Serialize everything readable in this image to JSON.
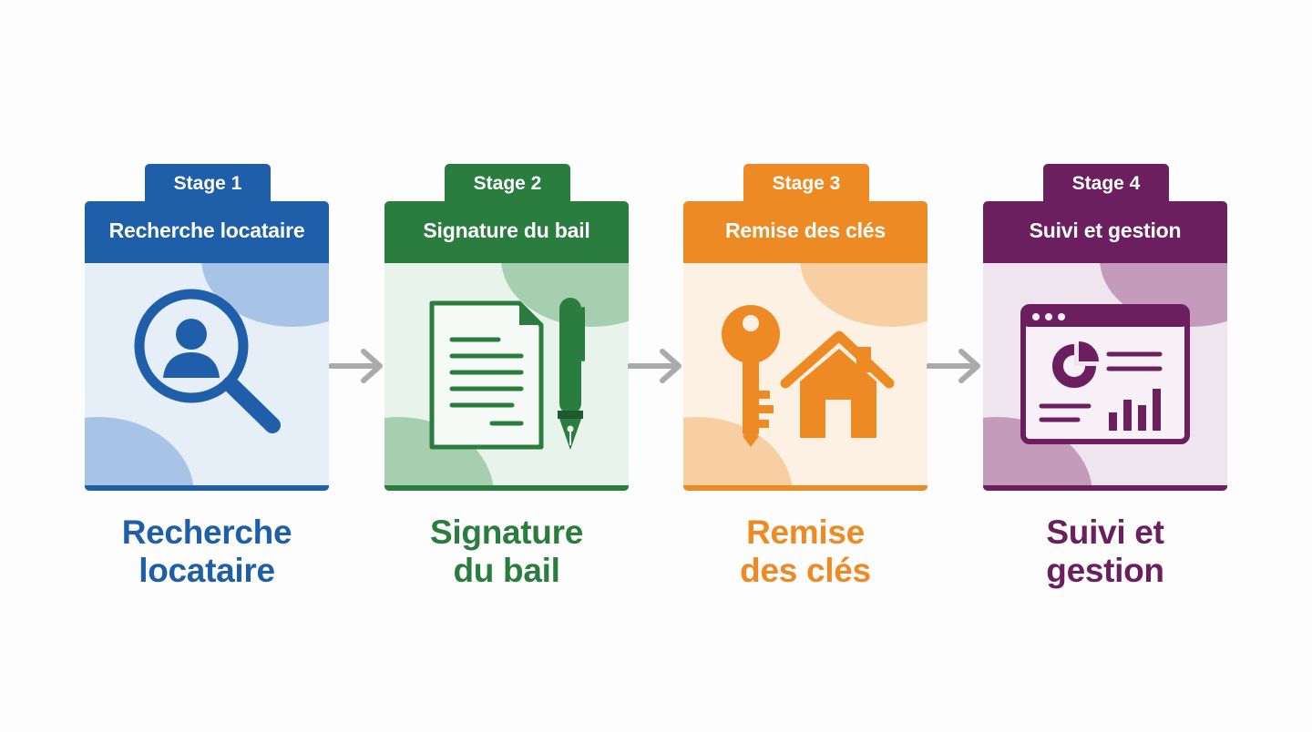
{
  "colors": {
    "stage1": "#1f5ea8",
    "stage2": "#2a7d3f",
    "stage3": "#ee8a24",
    "stage4": "#6b1f5e",
    "arrow": "#aaaaaa"
  },
  "stages": [
    {
      "tab": "Stage 1",
      "header": "Recherche locataire",
      "caption_line1": "Recherche",
      "caption_line2": "locataire",
      "icon": "magnifier-person-icon"
    },
    {
      "tab": "Stage 2",
      "header": "Signature du bail",
      "caption_line1": "Signature",
      "caption_line2": "du bail",
      "icon": "document-pen-icon"
    },
    {
      "tab": "Stage 3",
      "header": "Remise des clés",
      "caption_line1": "Remise",
      "caption_line2": "des clés",
      "icon": "key-house-icon"
    },
    {
      "tab": "Stage 4",
      "header": "Suivi et gestion",
      "caption_line1": "Suivi et",
      "caption_line2": "gestion",
      "icon": "dashboard-icon"
    }
  ]
}
